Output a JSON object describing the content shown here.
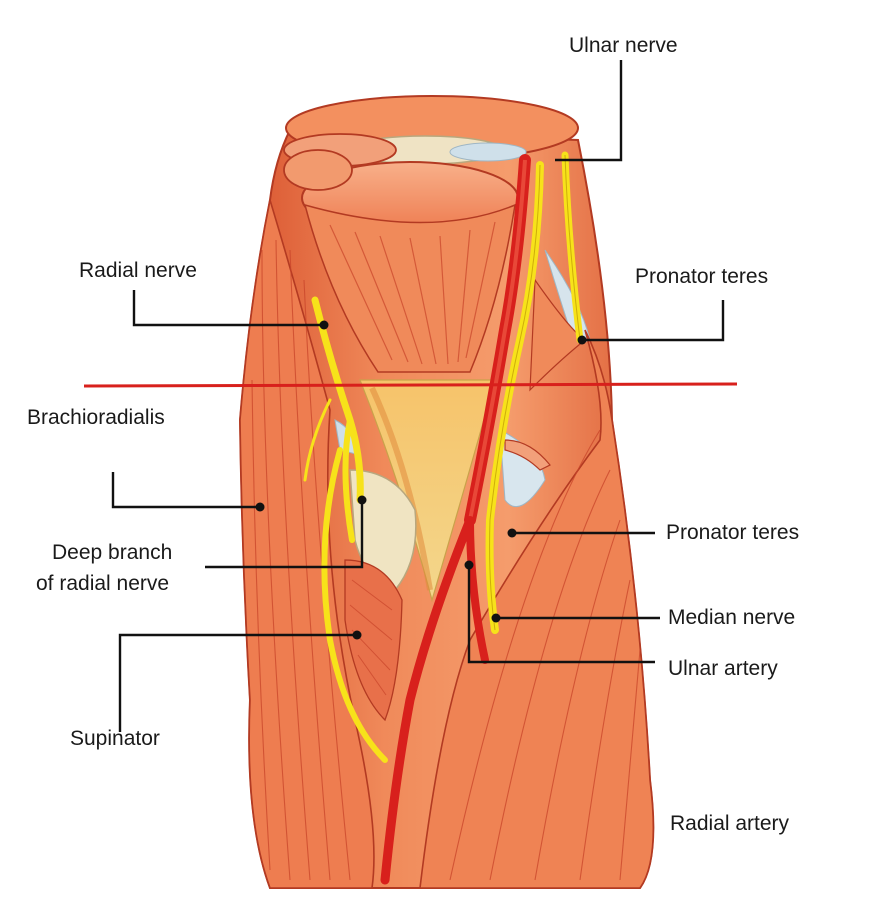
{
  "colors": {
    "muscle": "#ee7a4e",
    "muscle_light": "#f6a57a",
    "muscle_dark": "#c9452a",
    "nerve": "#f7e21a",
    "artery": "#d8201c",
    "cut_line": "#d8201c",
    "bone": "#f1e7c8",
    "fascia": "#d9e6ee",
    "text": "#1a1a1a"
  },
  "labels": {
    "ulnar_nerve": "Ulnar nerve",
    "radial_nerve": "Radial nerve",
    "pronator_teres_top": "Pronator teres",
    "brachioradialis": "Brachioradialis",
    "pronator_teres_mid": "Pronator teres",
    "deep_branch_line1": "Deep branch",
    "deep_branch_line2": "of radial nerve",
    "median_nerve": "Median nerve",
    "ulnar_artery": "Ulnar artery",
    "supinator": "Supinator",
    "radial_artery": "Radial artery"
  }
}
